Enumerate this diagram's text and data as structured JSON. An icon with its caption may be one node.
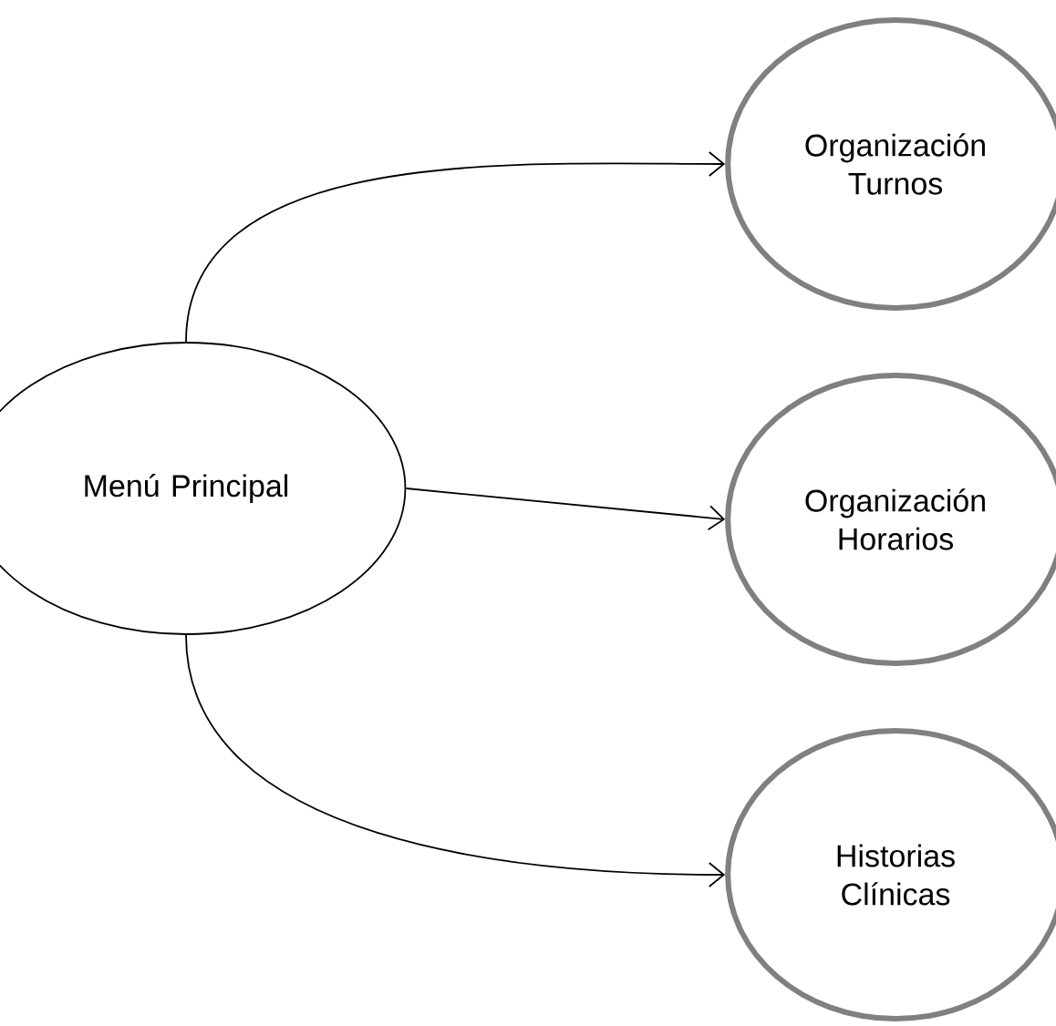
{
  "diagram": {
    "nodes": [
      {
        "text": [
          "Menú Principal"
        ]
      },
      {
        "text": [
          "Organización Turnos"
        ]
      },
      {
        "text": [
          "Organización Horarios"
        ]
      },
      {
        "text": [
          "Historias Clínicas"
        ]
      }
    ],
    "edges": [
      {
        "from": 0,
        "to": 1,
        "arrow": "to"
      },
      {
        "from": 0,
        "to": 2,
        "arrow": "to"
      },
      {
        "from": 0,
        "to": 3,
        "arrow": "to"
      }
    ]
  }
}
